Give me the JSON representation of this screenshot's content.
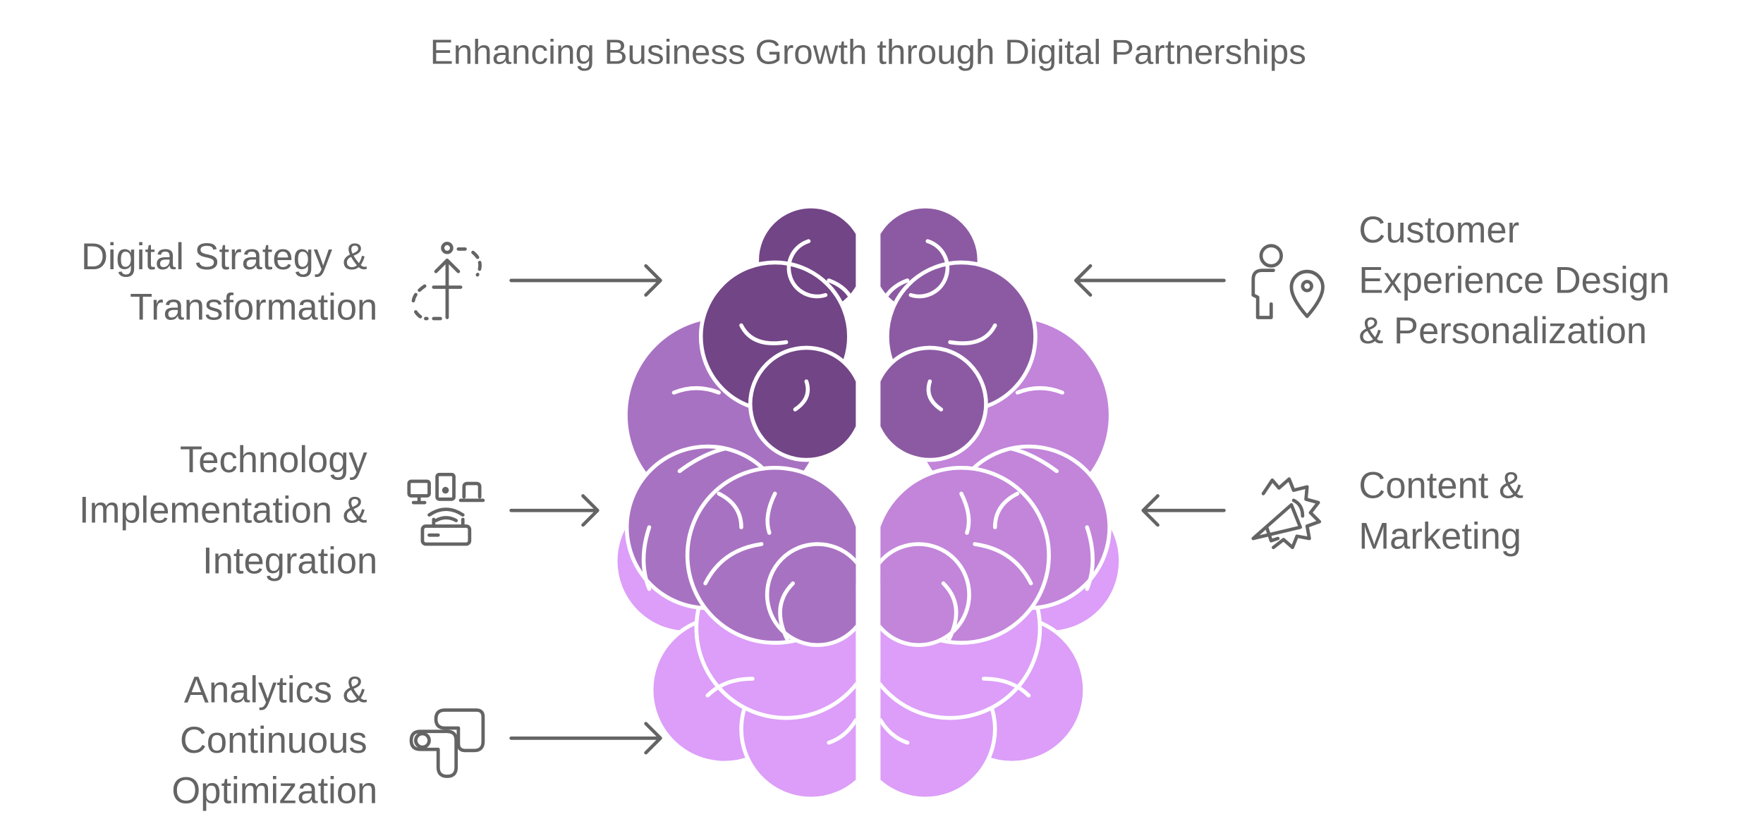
{
  "title": "Enhancing Business Growth through Digital Partnerships",
  "left_items": [
    {
      "lines": [
        "Digital Strategy &",
        "Transformation"
      ],
      "icon": "strategy-growth-icon"
    },
    {
      "lines": [
        "Technology",
        "Implementation &",
        "Integration"
      ],
      "icon": "devices-router-icon"
    },
    {
      "lines": [
        "Analytics &",
        "Continuous",
        "Optimization"
      ],
      "icon": "pipeline-icon"
    }
  ],
  "right_items": [
    {
      "lines": [
        "Customer",
        "Experience Design",
        "& Personalization"
      ],
      "icon": "person-location-icon"
    },
    {
      "lines": [
        "Content &",
        "Marketing"
      ],
      "icon": "megaphone-icon"
    }
  ],
  "colors": {
    "left_dark": "#724586",
    "left_mid": "#A872C2",
    "right_dark": "#8C5AA3",
    "right_mid": "#C285DA",
    "light": "#DC9EF8",
    "text": "#646464"
  }
}
